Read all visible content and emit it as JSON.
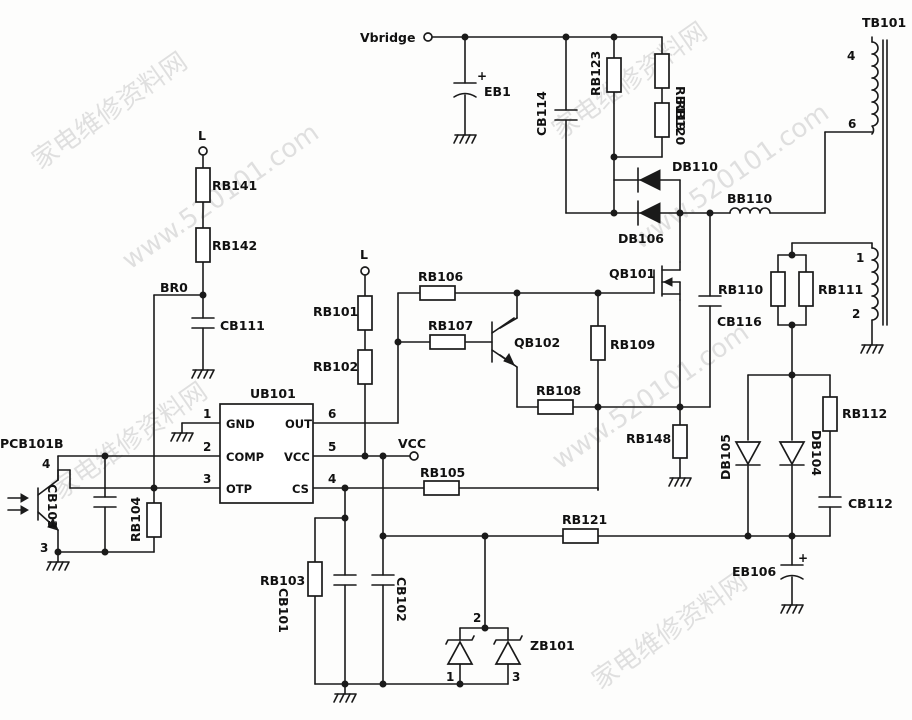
{
  "labels": {
    "vbridge": "Vbridge",
    "tb101": "TB101",
    "eb1": "EB1",
    "cb114": "CB114",
    "rb123": "RB123",
    "rb119": "RB119",
    "rb120": "RB120",
    "db110": "DB110",
    "db106": "DB106",
    "bb110": "BB110",
    "qb101": "QB101",
    "rb110": "RB110",
    "rb111": "RB111",
    "cb116": "CB116",
    "rb141": "RB141",
    "rb142": "RB142",
    "br0": "BR0",
    "cb111": "CB111",
    "rb101": "RB101",
    "rb102": "RB102",
    "rb106": "RB106",
    "rb107": "RB107",
    "qb102": "QB102",
    "rb109": "RB109",
    "rb108": "RB108",
    "rb148": "RB148",
    "rb112": "RB112",
    "db105": "DB105",
    "db104": "DB104",
    "cb112": "CB112",
    "eb106": "EB106",
    "ub101": "UB101",
    "vcc": "VCC",
    "rb105": "RB105",
    "rb121": "RB121",
    "pcb101b": "PCB101B",
    "cb103": "CB103",
    "rb104": "RB104",
    "rb103": "RB103",
    "cb101": "CB101",
    "cb102": "CB102",
    "zb101": "ZB101",
    "l_top": "L",
    "l_mid": "L"
  },
  "ic_pins": {
    "gnd": "GND",
    "comp": "COMP",
    "otp": "OTP",
    "out": "OUT",
    "vcc": "VCC",
    "cs": "CS"
  },
  "pin_numbers": {
    "ic1": "1",
    "ic2": "2",
    "ic3": "3",
    "ic4": "4",
    "ic5": "5",
    "ic6": "6",
    "tb4": "4",
    "tb6": "6",
    "tb1": "1",
    "tb2": "2",
    "opto4": "4",
    "opto3": "3",
    "zb1": "1",
    "zb2": "2",
    "zb3": "3"
  },
  "watermarks": [
    "家电维修资料网",
    "www.520101.com",
    "家电维修资料网",
    "www.520101.com",
    "家电维修资料网",
    "www.520101.com",
    "家电维修资料网"
  ]
}
